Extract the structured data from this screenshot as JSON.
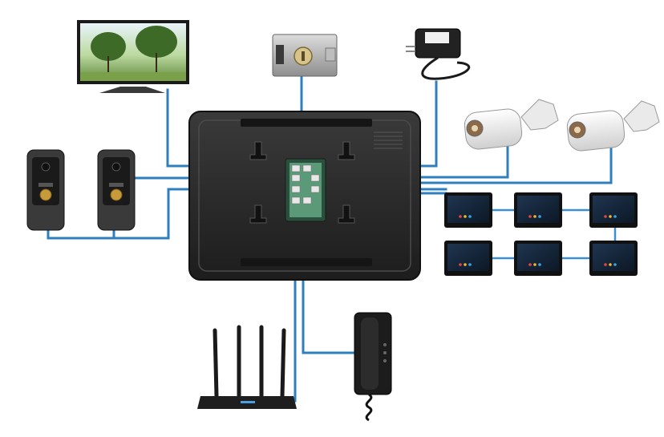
{
  "diagram": {
    "type": "intercom-system-connection-scheme",
    "colors": {
      "wire": "#2f7fbf",
      "device_body": "#1e1e1e",
      "panel_back": "#2a2a2a",
      "terminal_board": "#4d8a6a",
      "camera_body": "#f4f4f4",
      "led_red": "#e8463c",
      "led_yellow": "#f2b632",
      "led_blue": "#3aa3e3"
    },
    "nodes": [
      {
        "id": "main-monitor",
        "icon": "monitor-back-panel-icon"
      },
      {
        "id": "tv",
        "icon": "tv-icon"
      },
      {
        "id": "electric-lock",
        "icon": "electric-lock-icon"
      },
      {
        "id": "power-adapter",
        "icon": "power-adapter-icon"
      },
      {
        "id": "camera-1",
        "icon": "cctv-camera-icon"
      },
      {
        "id": "camera-2",
        "icon": "cctv-camera-icon"
      },
      {
        "id": "call-panel-1",
        "icon": "door-call-panel-icon"
      },
      {
        "id": "call-panel-2",
        "icon": "door-call-panel-icon"
      },
      {
        "id": "extension-monitor-1",
        "icon": "small-monitor-icon"
      },
      {
        "id": "extension-monitor-2",
        "icon": "small-monitor-icon"
      },
      {
        "id": "extension-monitor-3",
        "icon": "small-monitor-icon"
      },
      {
        "id": "extension-monitor-4",
        "icon": "small-monitor-icon"
      },
      {
        "id": "extension-monitor-5",
        "icon": "small-monitor-icon"
      },
      {
        "id": "extension-monitor-6",
        "icon": "small-monitor-icon"
      },
      {
        "id": "wifi-router",
        "icon": "router-icon"
      },
      {
        "id": "intercom-handset",
        "icon": "handset-icon"
      }
    ],
    "edges": [
      {
        "from": "tv",
        "to": "main-monitor"
      },
      {
        "from": "electric-lock",
        "to": "main-monitor"
      },
      {
        "from": "power-adapter",
        "to": "main-monitor"
      },
      {
        "from": "camera-1",
        "to": "main-monitor"
      },
      {
        "from": "camera-2",
        "to": "main-monitor"
      },
      {
        "from": "call-panel-1",
        "to": "main-monitor"
      },
      {
        "from": "call-panel-2",
        "to": "main-monitor"
      },
      {
        "from": "extension-monitor-1",
        "to": "main-monitor"
      },
      {
        "from": "extension-monitor-1",
        "to": "extension-monitor-2"
      },
      {
        "from": "extension-monitor-2",
        "to": "extension-monitor-3"
      },
      {
        "from": "extension-monitor-3",
        "to": "extension-monitor-6"
      },
      {
        "from": "extension-monitor-6",
        "to": "extension-monitor-5"
      },
      {
        "from": "extension-monitor-5",
        "to": "extension-monitor-4"
      },
      {
        "from": "wifi-router",
        "to": "main-monitor"
      },
      {
        "from": "intercom-handset",
        "to": "main-monitor"
      }
    ]
  }
}
